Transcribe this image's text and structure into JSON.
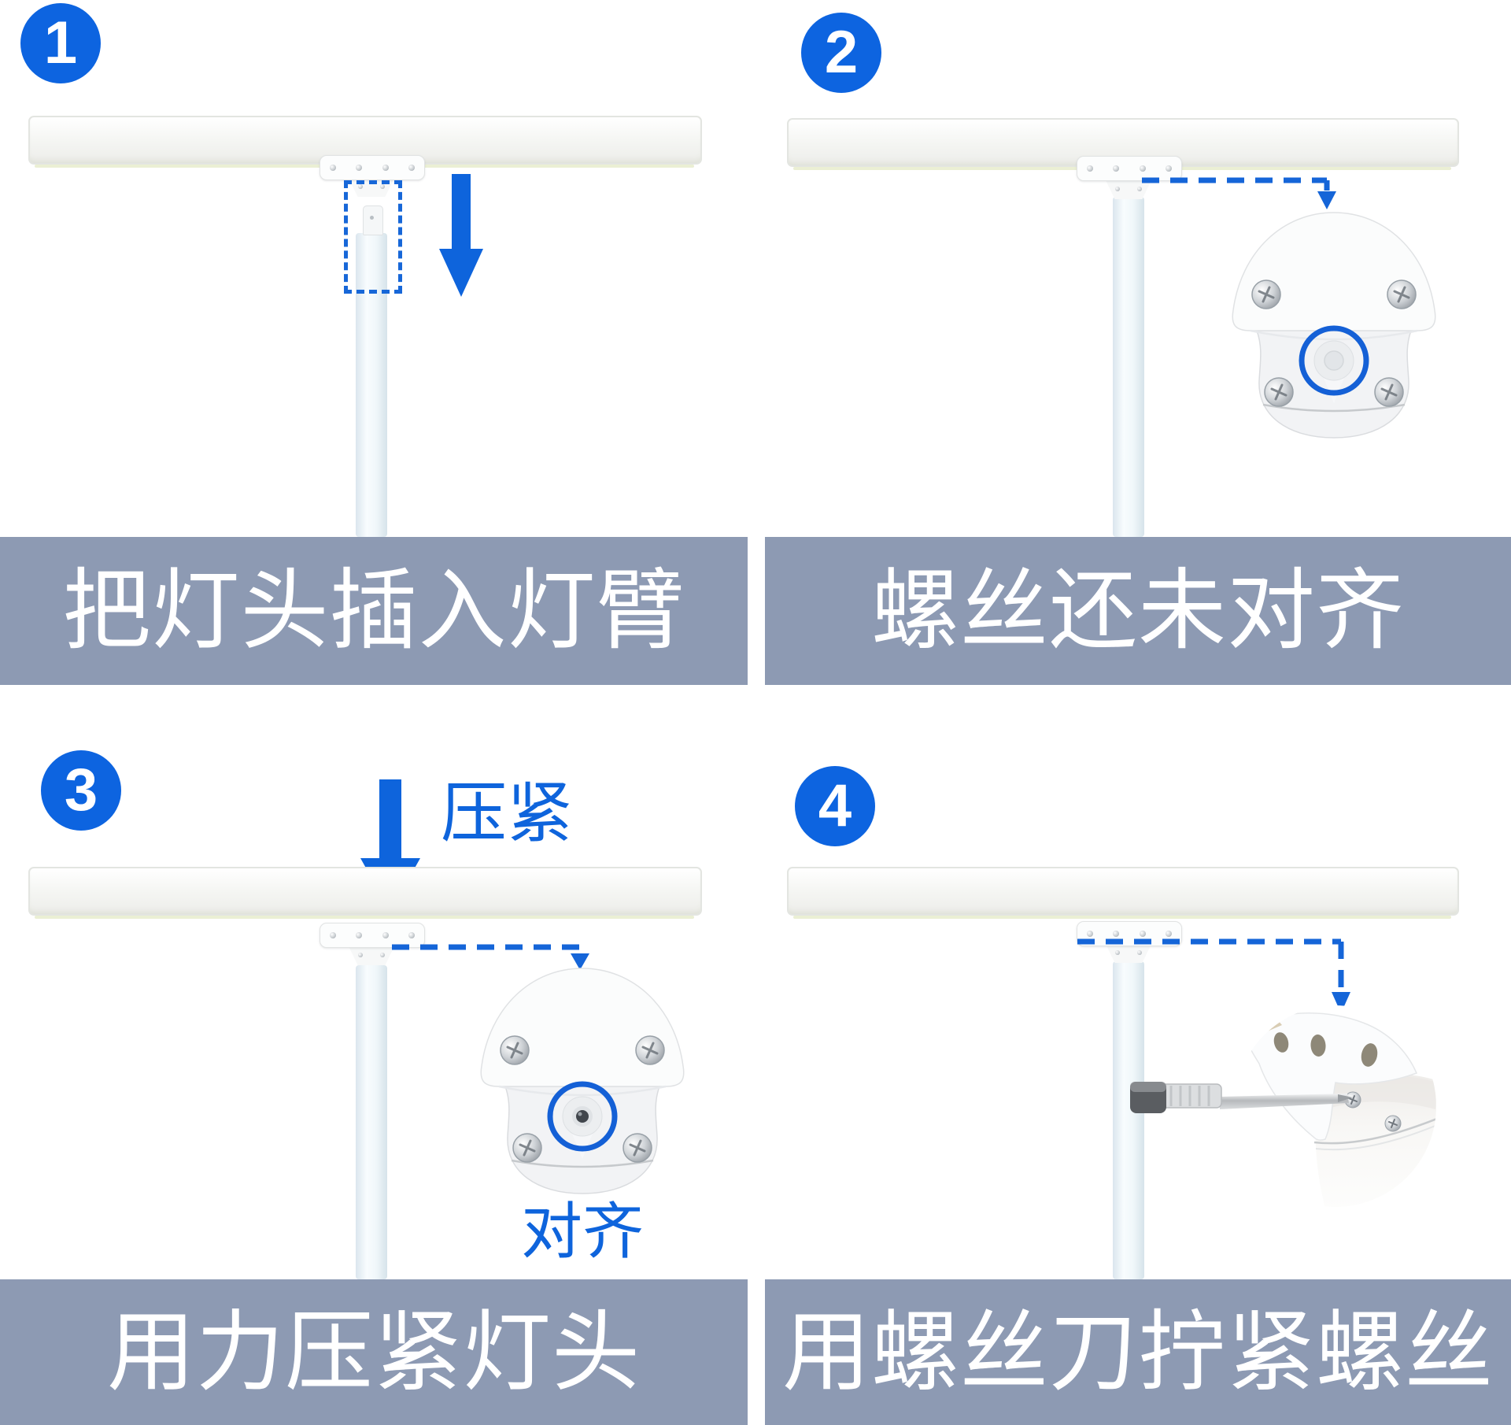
{
  "colors": {
    "accent_blue": "#0e64dc",
    "leader_blue": "#1565d8",
    "caption_bar_gray": "#8d9ab3",
    "caption_text": "#ffffff",
    "badge_blue": "#0d64e0"
  },
  "steps": [
    {
      "number": "1",
      "caption": "把灯头插入灯臂"
    },
    {
      "number": "2",
      "caption": "螺丝还未对齐"
    },
    {
      "number": "3",
      "caption": "用力压紧灯头"
    },
    {
      "number": "4",
      "caption": "用螺丝刀拧紧螺丝"
    }
  ],
  "annotations": {
    "press_down": "压紧",
    "aligned": "对齐"
  }
}
